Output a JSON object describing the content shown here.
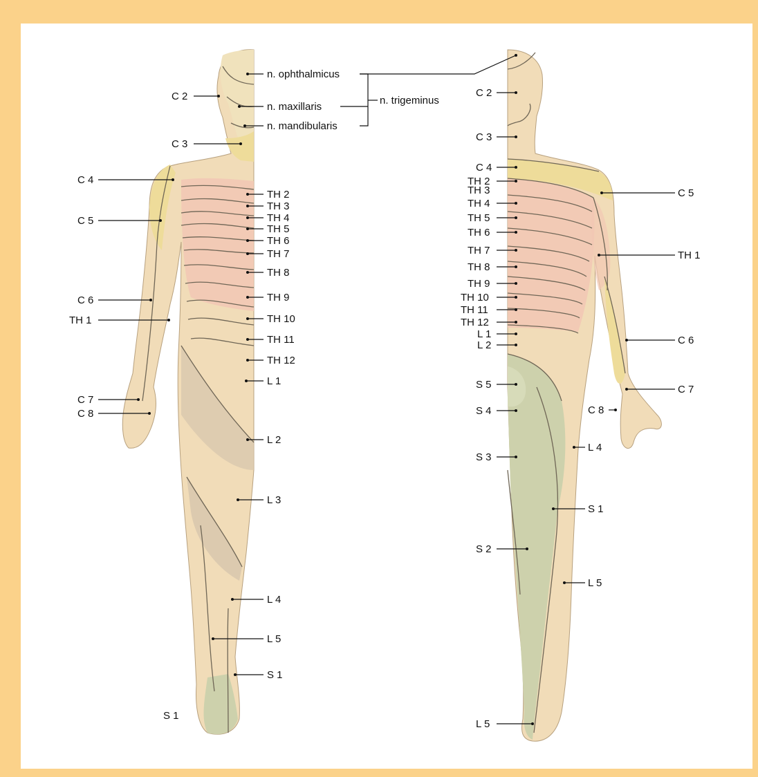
{
  "front": {
    "labels": {
      "n_ophthalmicus": "n. ophthalmicus",
      "n_maxillaris": "n. maxillaris",
      "n_mandibularis": "n. mandibularis",
      "n_trigeminus": "n. trigeminus",
      "c2": "C 2",
      "c3": "C 3",
      "c4": "C 4",
      "c5": "C 5",
      "c6": "C 6",
      "th1": "TH 1",
      "c7": "C 7",
      "c8": "C 8",
      "th2": "TH 2",
      "th3": "TH 3",
      "th4": "TH 4",
      "th5": "TH 5",
      "th6": "TH 6",
      "th7": "TH 7",
      "th8": "TH 8",
      "th9": "TH 9",
      "th10": "TH 10",
      "th11": "TH 11",
      "th12": "TH 12",
      "l1": "L 1",
      "l2": "L 2",
      "l3": "L 3",
      "l4": "L 4",
      "l5": "L 5",
      "s1": "S 1",
      "s1_foot": "S 1"
    }
  },
  "back": {
    "labels": {
      "c2": "C 2",
      "c3": "C 3",
      "c4": "C 4",
      "th2": "TH 2",
      "th3": "TH 3",
      "th4": "TH 4",
      "th5": "TH 5",
      "th6": "TH 6",
      "th7": "TH 7",
      "th8": "TH 8",
      "th9": "TH 9",
      "th10": "TH 10",
      "th11": "TH 11",
      "th12": "TH 12",
      "l1": "L 1",
      "l2": "L 2",
      "s5": "S 5",
      "s4": "S 4",
      "s3": "S 3",
      "s2": "S 2",
      "l5_foot": "L 5",
      "c5": "C 5",
      "th1": "TH 1",
      "c6": "C 6",
      "c7": "C 7",
      "c8": "C 8",
      "l4": "L 4",
      "s1": "S 1",
      "l5": "L 5"
    }
  },
  "colors": {
    "skin": "#f1dcb8",
    "yellow_zone": "#eedc9a",
    "pink_zone": "#f2c7b4",
    "grey_zone": "#d9c8ae",
    "green_zone": "#cdd1ac",
    "border": "#fbd28a"
  }
}
